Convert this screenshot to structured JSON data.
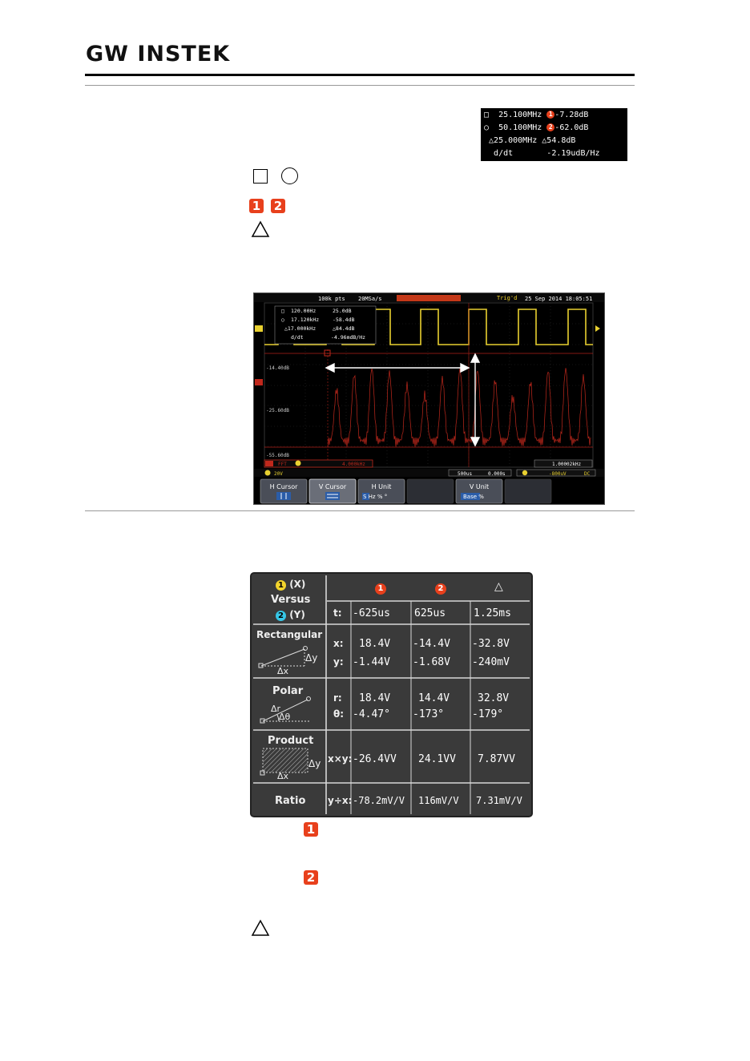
{
  "header": {
    "logo": "GW INSTEK"
  },
  "readout": {
    "line1_freq": "25.100MHz",
    "line1_val": "-7.28dB",
    "line2_freq": "50.100MHz",
    "line2_val": "-62.0dB",
    "line3_delta": "△25.000MHz",
    "line3_val": "△54.8dB",
    "line4_label": "d/dt",
    "line4_val": "-2.19udB/Hz"
  },
  "legend_badges": {
    "one": "1",
    "two": "2"
  },
  "scope": {
    "top_pts": "100k pts",
    "top_rate": "20MSa/s",
    "trig": "Trig'd",
    "date": "25 Sep 2014 18:05:51",
    "c1_freq": "120.00Hz",
    "c1_val": "25.0dB",
    "c2_freq": "17.120kHz",
    "c2_val": "-58.4dB",
    "d_freq": "△17.000kHz",
    "d_val": "△84.4dB",
    "dd_label": "d/dt",
    "dd_val": "-4.96mdB/Hz",
    "cur_top": "-14.40dB",
    "mid": "-25.60dB",
    "bottom": "-55.60dB",
    "fft_label": "FFT",
    "fft_freq": "4.000kHz",
    "ch1_scale": "20V",
    "timebase": "500us",
    "hpos": "0.000s",
    "freq_readout": "1.00002kHz",
    "trig_level": "-800uV",
    "coupling": "DC",
    "menu": [
      {
        "title": "H Cursor",
        "sub": ""
      },
      {
        "title": "V Cursor",
        "sub": ""
      },
      {
        "title": "H Unit",
        "sub": "S Hz % °"
      },
      {
        "title": "",
        "sub": ""
      },
      {
        "title": "V Unit",
        "sub": "Base  %"
      },
      {
        "title": "",
        "sub": ""
      }
    ]
  },
  "table": {
    "versus_x": "(X)",
    "versus": "Versus",
    "versus_y": "(Y)",
    "col1": "1",
    "col2": "2",
    "col_delta": "△",
    "t_label": "t:",
    "t1": "-625us",
    "t2": "625us",
    "td": "1.25ms",
    "rect": "Rectangular",
    "x_label": "x:",
    "y_label": "y:",
    "x1": "18.4V",
    "x2": "-14.4V",
    "xd": "-32.8V",
    "y1": "-1.44V",
    "y2": "-1.68V",
    "yd": "-240mV",
    "polar": "Polar",
    "r_label": "r:",
    "th_label": "θ:",
    "r1": "18.4V",
    "r2": "14.4V",
    "rd": "32.8V",
    "th1": "-4.47°",
    "th2": "-173°",
    "thd": "-179°",
    "product": "Product",
    "xy_label": "x×y:",
    "p1": "-26.4VV",
    "p2": "24.1VV",
    "pd": "7.87VV",
    "ratio": "Ratio",
    "yx_label": "y÷x:",
    "q1": "-78.2mV/V",
    "q2": "116mV/V",
    "qd": "7.31mV/V",
    "dy": "Δy",
    "dx": "Δx",
    "dr": "Δr",
    "dth": "Δθ"
  },
  "colors": {
    "badge_red": "#e8401c",
    "ch1_yellow": "#f3d42c",
    "ch2_cyan": "#36c6e6",
    "trace_red": "#c0281c"
  }
}
